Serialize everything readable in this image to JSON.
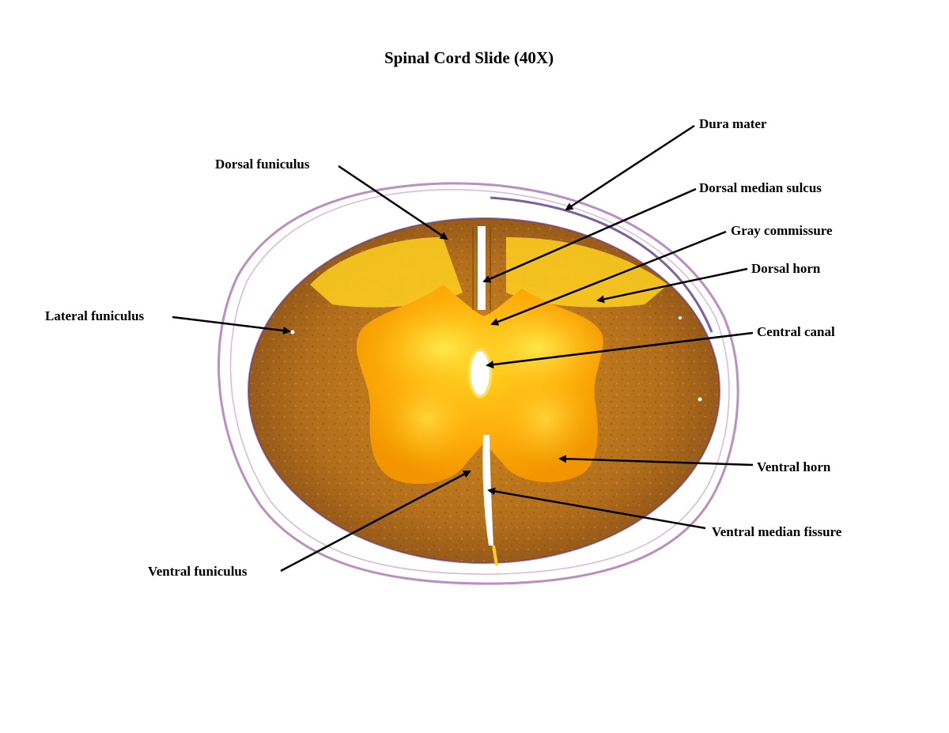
{
  "title": "Spinal Cord Slide (40X)",
  "labels": {
    "dura_mater": "Dura mater",
    "dorsal_median_sulcus": "Dorsal median sulcus",
    "gray_commissure": "Gray commissure",
    "dorsal_horn": "Dorsal horn",
    "central_canal": "Central canal",
    "ventral_horn": "Ventral horn",
    "ventral_median_fissure": "Ventral median fissure",
    "dorsal_funiculus": "Dorsal funiculus",
    "lateral_funiculus": "Lateral funiculus",
    "ventral_funiculus": "Ventral funiculus"
  },
  "colors": {
    "white_matter": "#b8761e",
    "gray_matter": "#ffa800",
    "gray_matter_highlight": "#ffe23a",
    "meninges": "#8a5a9a",
    "arrow": "#000000"
  }
}
